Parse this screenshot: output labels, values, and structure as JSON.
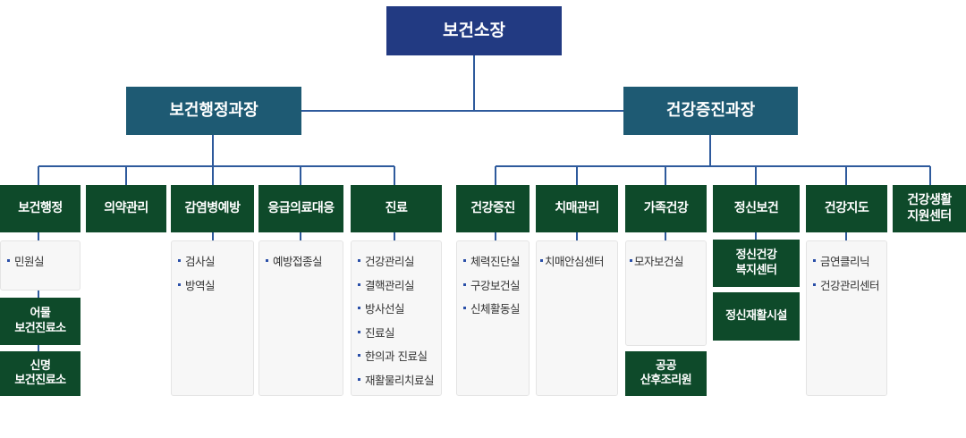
{
  "colors": {
    "top": "#223a82",
    "division": "#1e5a73",
    "unit": "#0e4a2a",
    "line": "#2e5a9c",
    "bullet": "#2a4fa8"
  },
  "top": {
    "title": "보건소장"
  },
  "divisions": [
    {
      "title": "보건행정과장"
    },
    {
      "title": "건강증진과장"
    }
  ],
  "units": [
    {
      "title": "보건행정",
      "items": [
        "민원실"
      ],
      "subs": [
        "어물\n보건진료소",
        "신명\n보건진료소"
      ]
    },
    {
      "title": "의약관리",
      "items": [],
      "subs": []
    },
    {
      "title": "감염병예방",
      "items": [
        "검사실",
        "방역실"
      ],
      "subs": []
    },
    {
      "title": "응급의료대응",
      "items": [
        "예방접종실"
      ],
      "subs": []
    },
    {
      "title": "진료",
      "items": [
        "건강관리실",
        "결핵관리실",
        "방사선실",
        "진료실",
        "한의과 진료실",
        "재활물리치료실"
      ],
      "subs": []
    },
    {
      "title": "건강증진",
      "items": [
        "체력진단실",
        "구강보건실",
        "신체활동실"
      ],
      "subs": []
    },
    {
      "title": "치매관리",
      "items": [
        "치매안심센터"
      ],
      "subs": []
    },
    {
      "title": "가족건강",
      "items": [
        "모자보건실"
      ],
      "subs": [
        "공공\n산후조리원"
      ]
    },
    {
      "title": "정신보건",
      "items": [],
      "subs": [
        "정신건강\n복지센터",
        "정신재활시설"
      ]
    },
    {
      "title": "건강지도",
      "items": [
        "금연클리닉",
        "건강관리센터"
      ],
      "subs": []
    },
    {
      "title": "건강생활\n지원센터",
      "items": [],
      "subs": []
    }
  ]
}
